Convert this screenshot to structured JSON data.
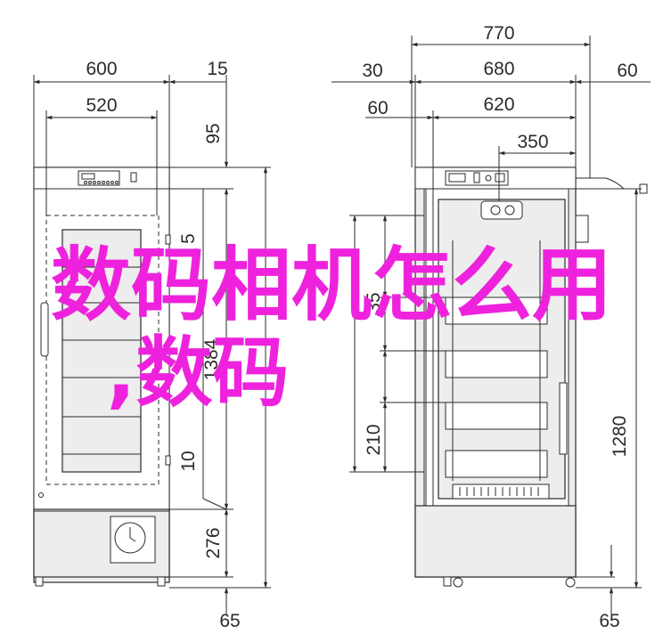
{
  "left_view": {
    "dims": {
      "width_outer": "600",
      "width_inner": "520",
      "side_gap": "15",
      "top_height": "95",
      "shelf_gap": "5",
      "door_height": "1384",
      "bottom_gap": "10",
      "base_height": "276",
      "foot_height": "65"
    }
  },
  "right_view": {
    "dims": {
      "total_width": "770",
      "left_gap": "30",
      "body_width": "680",
      "right_gap": "60",
      "inner_left": "60",
      "inner_width": "620",
      "panel_width": "350",
      "upper_gap": "35",
      "shelf_pitch": "210",
      "inner_height": "1280",
      "foot_height": "65"
    }
  },
  "overlay": {
    "line1": "数码相机怎么用",
    "line2": ",数码"
  },
  "colors": {
    "line": "#2b2b2b",
    "body_fill": "#ededed",
    "overlay_text": "#ee22dd"
  }
}
